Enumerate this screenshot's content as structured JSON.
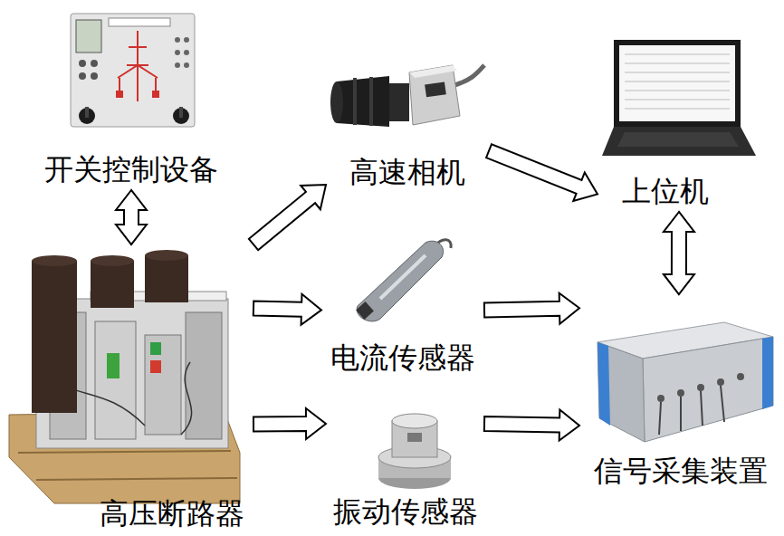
{
  "diagram": {
    "nodes": [
      {
        "text": [
          "开关控制设备"
        ]
      },
      {
        "text": [
          "高速相机"
        ]
      },
      {
        "text": [
          "上位机"
        ]
      },
      {
        "text": [
          "高压断路器"
        ]
      },
      {
        "text": [
          "电流传感器"
        ]
      },
      {
        "text": [
          "振动传感器"
        ]
      },
      {
        "text": [
          "信号采集装置"
        ]
      }
    ],
    "edges": [
      {
        "from": 0,
        "to": 3,
        "arrow": "both"
      },
      {
        "from": 3,
        "to": 1,
        "arrow": "to"
      },
      {
        "from": 3,
        "to": 4,
        "arrow": "to"
      },
      {
        "from": 3,
        "to": 5,
        "arrow": "to"
      },
      {
        "from": 1,
        "to": 2,
        "arrow": "to"
      },
      {
        "from": 4,
        "to": 6,
        "arrow": "to"
      },
      {
        "from": 5,
        "to": 6,
        "arrow": "to"
      },
      {
        "from": 2,
        "to": 6,
        "arrow": "both"
      }
    ]
  }
}
